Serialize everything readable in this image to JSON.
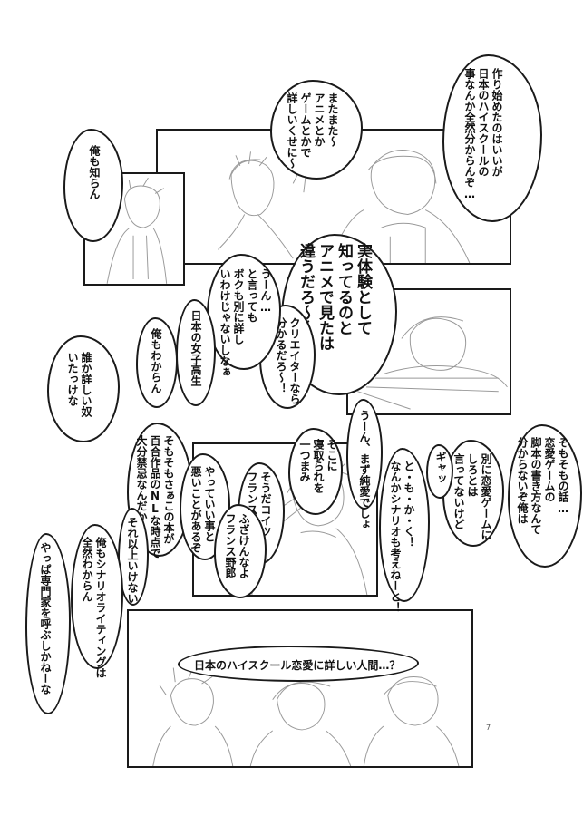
{
  "page_number": "7",
  "dialogue": {
    "b1": "作り始めたのはいいが\n日本のハイスクールの\n事なんか全然分からんぞ…",
    "b2": "またまた〜\nアニメとか\nゲームとかで\n詳しいくせに〜",
    "b3": "俺も知らん",
    "b4": "実体験として\n知ってるのと\nアニメで見たは\n違うだろ〜〜〜！",
    "b5": "クリエイターなら\n分かるだろ〜！",
    "b6": "うーん…\nと言っても\nボクも別に詳し\nいわけじゃないしなぁ",
    "b7": "日本の女子高生",
    "b8": "俺もわからん",
    "b9": "誰か詳しい奴\nいたっけな",
    "b10": "そもそもの話…\n恋愛ゲームの\n脚本の書き方なんて\n分からないぞ俺は",
    "b11": "別に恋愛ゲームに\nしろとは\n言ってないけど",
    "b12": "ギャッ",
    "b13": "と・も・か・く！\nなんかシナリオも考えねーと！",
    "b14": "うーん、まず純愛でしょ",
    "b15": "そこに\n寝取られを\n一つまみ",
    "b16": "そもそもさぁこの本が\n百合作品のNLな時点で\n大分禁忌なんだから",
    "b17": "やっていい事と\n悪いことがあるぞ",
    "b18": "そうだコイツ\nフランス人だった",
    "b19": "ふざけんなよ\nフランス野郎",
    "b20": "それ以上いけない",
    "b21": "俺もシナリオライティングは\n全然わからん",
    "b22": "やっぱ専門家を呼ぶしかねーな",
    "b23": "日本のハイスクール恋愛に詳しい人間…？"
  }
}
